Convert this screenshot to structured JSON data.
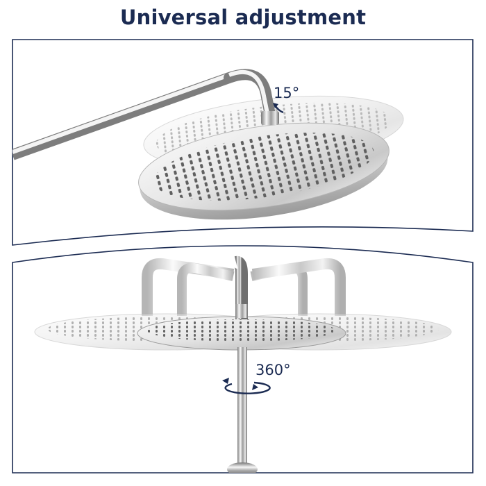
{
  "title": "Universal adjustment",
  "tilt_label": "15°",
  "rotate_label": "360°",
  "colors": {
    "navy": "#1b2b52",
    "chrome_light": "#f2f2f2",
    "chrome_dark": "#8a8a8a"
  },
  "icons": [
    "tilt-arrow-icon",
    "rotation-arrow-icon"
  ]
}
